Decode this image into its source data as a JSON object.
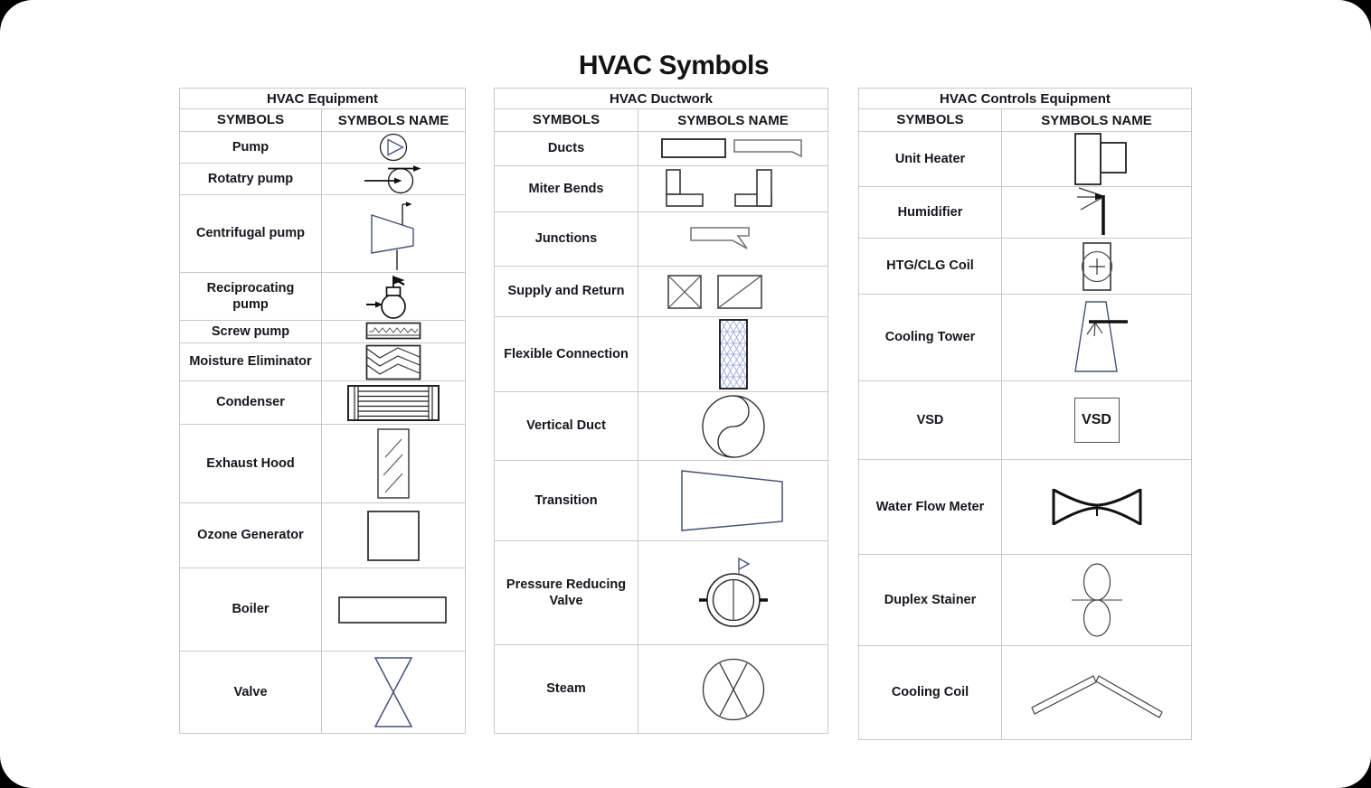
{
  "page_title": "HVAC Symbols",
  "colors": {
    "symbol_outline": "#1c1c1c",
    "symbol_navy": "#4a4f78",
    "mesh_blue": "#9aa5dc",
    "table_border": "#c9c9c9",
    "text": "#16161d",
    "background": "#ffffff",
    "frame": "#000000"
  },
  "tables": {
    "equipment": {
      "title": "HVAC Equipment",
      "col_symbols": "SYMBOLS",
      "col_symbols_name": "SYMBOLS NAME",
      "rows": [
        {
          "name": "Pump",
          "icon": "pump-icon"
        },
        {
          "name": "Rotatry pump",
          "icon": "rotary-pump-icon"
        },
        {
          "name": "Centrifugal pump",
          "icon": "centrifugal-pump-icon"
        },
        {
          "name": "Reciprocating pump",
          "icon": "reciprocating-pump-icon"
        },
        {
          "name": "Screw pump",
          "icon": "screw-pump-icon"
        },
        {
          "name": "Moisture Eliminator",
          "icon": "moisture-eliminator-icon"
        },
        {
          "name": "Condenser",
          "icon": "condenser-icon"
        },
        {
          "name": "Exhaust Hood",
          "icon": "exhaust-hood-icon"
        },
        {
          "name": "Ozone Generator",
          "icon": "ozone-generator-icon"
        },
        {
          "name": "Boiler",
          "icon": "boiler-icon"
        },
        {
          "name": "Valve",
          "icon": "valve-icon"
        }
      ]
    },
    "ductwork": {
      "title": "HVAC Ductwork",
      "col_symbols": "SYMBOLS",
      "col_symbols_name": "SYMBOLS NAME",
      "rows": [
        {
          "name": "Ducts",
          "icon": "ducts-icon"
        },
        {
          "name": "Miter Bends",
          "icon": "miter-bends-icon"
        },
        {
          "name": "Junctions",
          "icon": "junctions-icon"
        },
        {
          "name": "Supply and Return",
          "icon": "supply-return-icon"
        },
        {
          "name": "Flexible Connection",
          "icon": "flexible-connection-icon"
        },
        {
          "name": "Vertical Duct",
          "icon": "vertical-duct-icon"
        },
        {
          "name": "Transition",
          "icon": "transition-icon"
        },
        {
          "name": "Pressure Reducing Valve",
          "icon": "pressure-reducing-valve-icon"
        },
        {
          "name": "Steam",
          "icon": "steam-icon"
        }
      ]
    },
    "controls": {
      "title": "HVAC Controls Equipment",
      "col_symbols": "SYMBOLS",
      "col_symbols_name": "SYMBOLS NAME",
      "rows": [
        {
          "name": "Unit Heater",
          "icon": "unit-heater-icon"
        },
        {
          "name": "Humidifier",
          "icon": "humidifier-icon"
        },
        {
          "name": "HTG/CLG Coil",
          "icon": "htg-clg-coil-icon"
        },
        {
          "name": "Cooling Tower",
          "icon": "cooling-tower-icon"
        },
        {
          "name": "VSD",
          "icon": "vsd-icon",
          "symbol_text": "VSD"
        },
        {
          "name": "Water Flow Meter",
          "icon": "water-flow-meter-icon"
        },
        {
          "name": "Duplex Stainer",
          "icon": "duplex-stainer-icon"
        },
        {
          "name": "Cooling Coil",
          "icon": "cooling-coil-icon"
        }
      ]
    }
  }
}
